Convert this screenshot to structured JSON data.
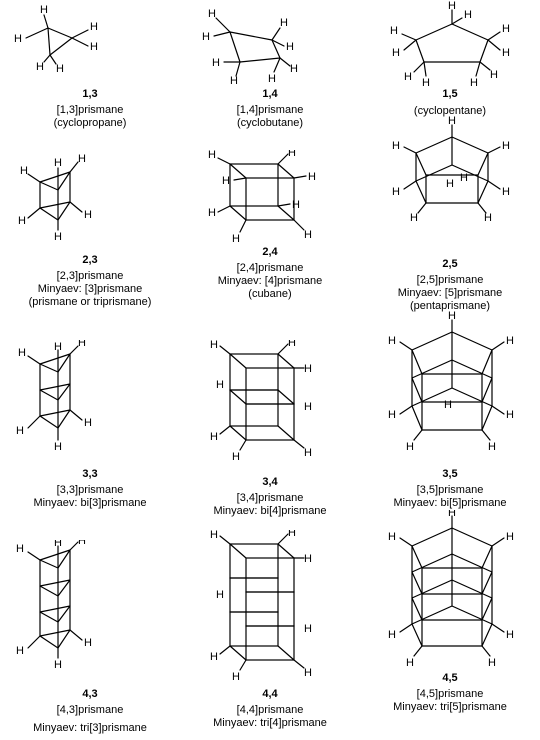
{
  "hydrogen_label": "H",
  "molecules": [
    {
      "code": "1,3",
      "lines": [
        "[1,3]prismane",
        "(cyclopropane)"
      ]
    },
    {
      "code": "1,4",
      "lines": [
        "[1,4]prismane",
        "(cyclobutane)"
      ]
    },
    {
      "code": "1,5",
      "lines": [
        "(cyclopentane)"
      ]
    },
    {
      "code": "2,3",
      "lines": [
        "[2,3]prismane",
        "Minyaev: [3]prismane",
        "(prismane or triprismane)"
      ]
    },
    {
      "code": "2,4",
      "lines": [
        "[2,4]prismane",
        "Minyaev: [4]prismane",
        "(cubane)"
      ]
    },
    {
      "code": "2,5",
      "lines": [
        "[2,5]prismane",
        "Minyaev: [5]prismane",
        "(pentaprismane)"
      ]
    },
    {
      "code": "3,3",
      "lines": [
        "[3,3]prismane",
        "Minyaev: bi[3]prismane"
      ]
    },
    {
      "code": "3,4",
      "lines": [
        "[3,4]prismane",
        "Minyaev: bi[4]prismane"
      ]
    },
    {
      "code": "3,5",
      "lines": [
        "[3,5]prismane",
        "Minyaev: bi[5]prismane"
      ]
    },
    {
      "code": "4,3",
      "lines": [
        "[4,3]prismane",
        "Minyaev: tri[3]prismane"
      ]
    },
    {
      "code": "4,4",
      "lines": [
        "[4,4]prismane",
        "Minyaev: tri[4]prismane"
      ]
    },
    {
      "code": "4,5",
      "lines": [
        "[4,5]prismane",
        "Minyaev: tri[5]prismane"
      ]
    }
  ]
}
